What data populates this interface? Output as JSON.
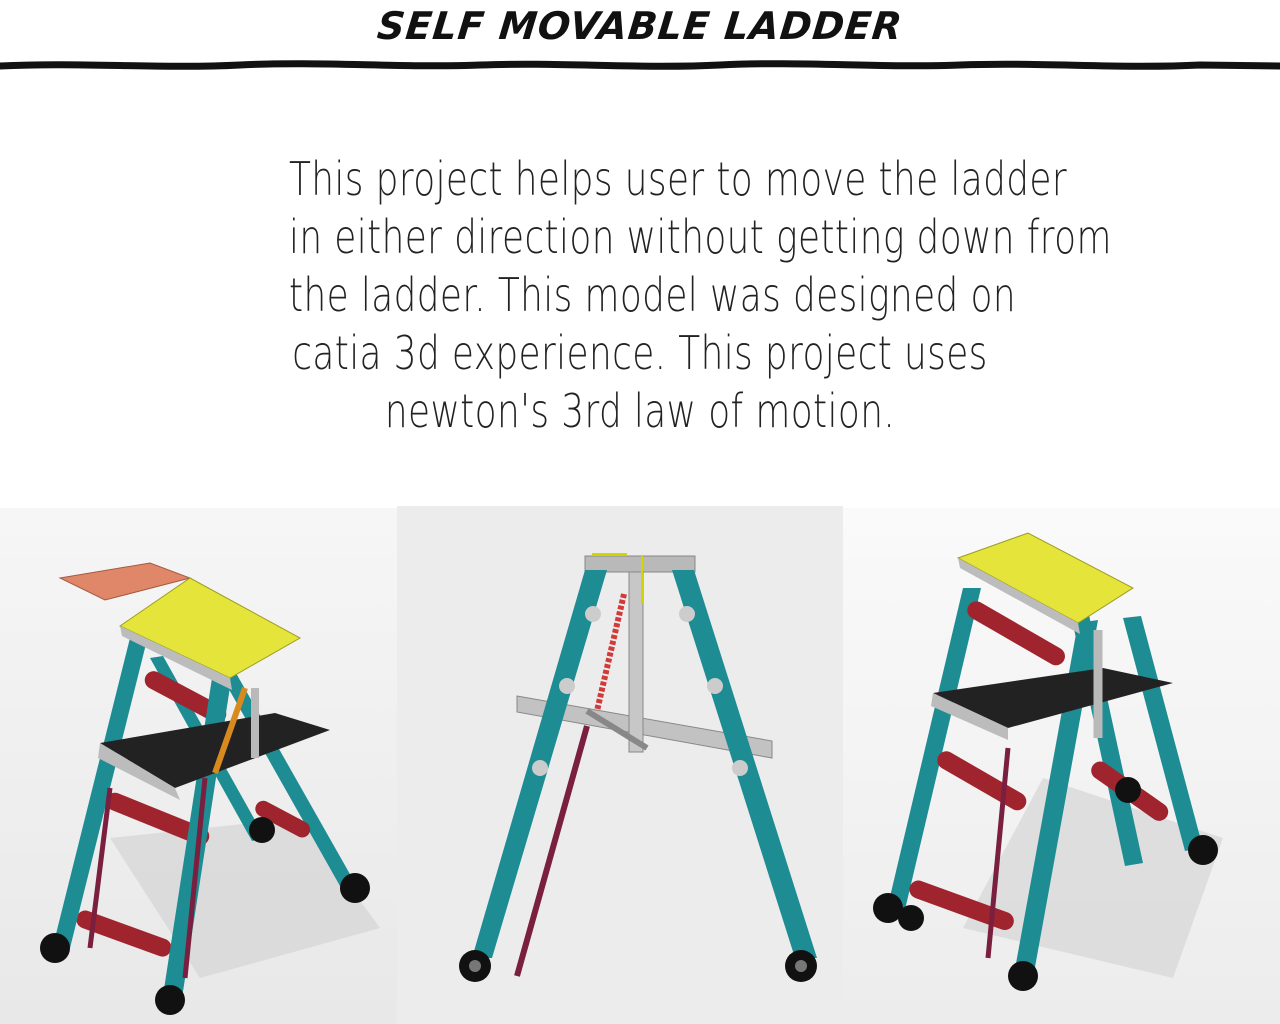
{
  "header": {
    "title": "SELF MOVABLE LADDER"
  },
  "description": {
    "lines": [
      "This project helps user to move the ladder",
      "in either direction without getting down from",
      "the ladder. This model was designed on",
      "catia 3d experience. This project uses",
      "newton's 3rd law of motion."
    ]
  },
  "colors": {
    "leg": "#1d8c93",
    "rung": "#a0242d",
    "top": "#e4e43a",
    "rod": "#7a1f3f",
    "frame": "#b9b9b9",
    "platform": "#222222",
    "extension": "#e0876a"
  },
  "renders": [
    {
      "name": "ladder-render-left-angle"
    },
    {
      "name": "ladder-render-front"
    },
    {
      "name": "ladder-render-right-angle"
    }
  ]
}
